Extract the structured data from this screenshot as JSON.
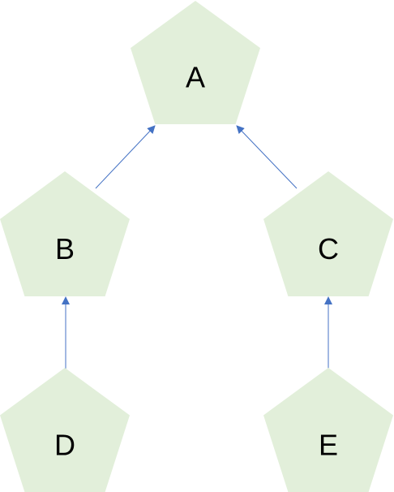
{
  "diagram": {
    "colors": {
      "node_fill": "#E2EFDA",
      "edge": "#4472C4",
      "label": "#000000"
    },
    "nodes": [
      {
        "id": "A",
        "label": "A"
      },
      {
        "id": "B",
        "label": "B"
      },
      {
        "id": "C",
        "label": "C"
      },
      {
        "id": "D",
        "label": "D"
      },
      {
        "id": "E",
        "label": "E"
      }
    ],
    "edges": [
      {
        "from": "B",
        "to": "A"
      },
      {
        "from": "C",
        "to": "A"
      },
      {
        "from": "D",
        "to": "B"
      },
      {
        "from": "E",
        "to": "C"
      }
    ]
  }
}
